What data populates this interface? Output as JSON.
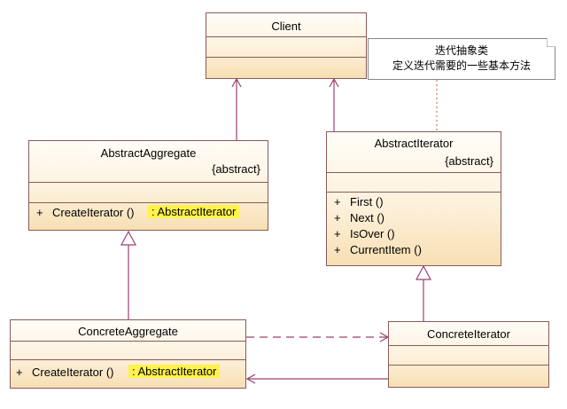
{
  "note": {
    "line1": "迭代抽象类",
    "line2": "定义迭代需要的一些基本方法"
  },
  "classes": {
    "client": {
      "name": "Client"
    },
    "abstract_aggregate": {
      "name": "AbstractAggregate",
      "stereotype": "{abstract}",
      "operations": [
        {
          "visibility": "+",
          "name": "CreateIterator ()",
          "return_type": ": AbstractIterator"
        }
      ]
    },
    "abstract_iterator": {
      "name": "AbstractIterator",
      "stereotype": "{abstract}",
      "operations": [
        {
          "visibility": "+",
          "name": "First ()"
        },
        {
          "visibility": "+",
          "name": "Next ()"
        },
        {
          "visibility": "+",
          "name": "IsOver ()"
        },
        {
          "visibility": "+",
          "name": "CurrentItem ()"
        }
      ]
    },
    "concrete_aggregate": {
      "name": "ConcreteAggregate",
      "operations": [
        {
          "visibility": "+",
          "name": "CreateIterator ()",
          "return_type": ": AbstractIterator"
        }
      ]
    },
    "concrete_iterator": {
      "name": "ConcreteIterator"
    }
  },
  "colors": {
    "border": "#8a5a5a",
    "fill_top": "#fffdf8",
    "fill_bottom": "#f7dfb3",
    "highlight": "#fff24a",
    "line": "#9a4070",
    "note_link": "#c08060"
  }
}
